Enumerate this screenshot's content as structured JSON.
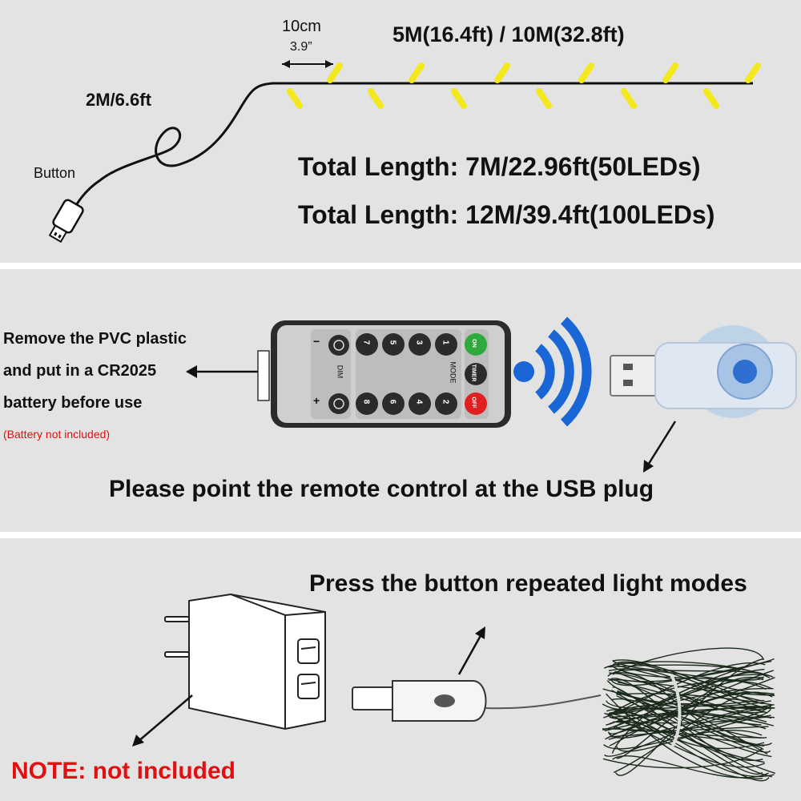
{
  "section1": {
    "spacing_cm": "10cm",
    "spacing_in": "3.9”",
    "string_length": "5M(16.4ft) / 10M(32.8ft)",
    "lead_cable": "2M/6.6ft",
    "button_label": "Button",
    "total_length_50": "Total Length: 7M/22.96ft(50LEDs)",
    "total_length_100": "Total Length: 12M/39.4ft(100LEDs)"
  },
  "section2": {
    "battery_line1": "Remove the PVC plastic",
    "battery_line2": "and put in a CR2025",
    "battery_line3": "battery before use",
    "battery_note": "(Battery not included)",
    "remote_buttons": {
      "minus": "−",
      "plus": "+",
      "dim": "DIM",
      "mode": "MODE",
      "top_row": [
        "7",
        "5",
        "3",
        "1"
      ],
      "bottom_row": [
        "8",
        "6",
        "4",
        "2"
      ],
      "on": "ON",
      "timer": "TIMER",
      "off": "OFF"
    },
    "instruction": "Please point the remote control at the USB plug"
  },
  "section3": {
    "press_button": "Press the button repeated light modes",
    "note": "NOTE: not included"
  },
  "colors": {
    "panel_bg": "#e3e3e3",
    "led_yellow": "#f3e81c",
    "signal_blue": "#1a66d6",
    "note_red": "#e01010",
    "remote_on": "#2eaa3c",
    "remote_off": "#e02020"
  }
}
